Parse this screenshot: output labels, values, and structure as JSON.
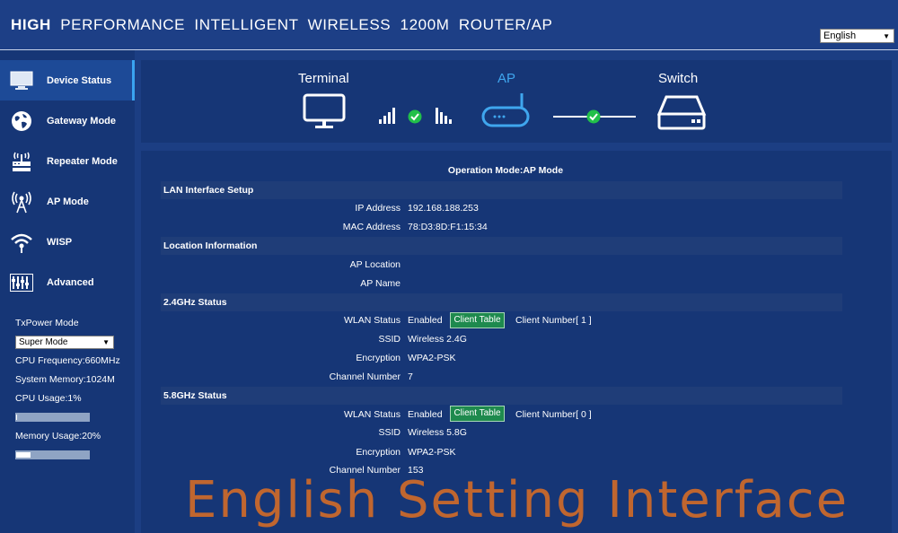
{
  "header": {
    "title_bold": "HIGH",
    "title_rest": "PERFORMANCE INTELLIGENT WIRELESS 1200M ROUTER/AP",
    "language_selected": "English"
  },
  "sidebar": {
    "items": [
      {
        "label": "Device Status",
        "icon": "monitor-icon",
        "active": true
      },
      {
        "label": "Gateway Mode",
        "icon": "globe-icon",
        "active": false
      },
      {
        "label": "Repeater Mode",
        "icon": "repeater-icon",
        "active": false
      },
      {
        "label": "AP Mode",
        "icon": "antenna-icon",
        "active": false
      },
      {
        "label": "WISP",
        "icon": "wifi-icon",
        "active": false
      },
      {
        "label": "Advanced",
        "icon": "equalizer-icon",
        "active": false
      }
    ],
    "txpower_label": "TxPower Mode",
    "txpower_selected": "Super Mode",
    "cpu_frequency": "CPU Frequency:660MHz",
    "system_memory": "System Memory:1024M",
    "cpu_usage": "CPU Usage:1%",
    "cpu_usage_percent": 1,
    "memory_usage": "Memory Usage:20%",
    "memory_usage_percent": 20
  },
  "topology": {
    "terminal_label": "Terminal",
    "ap_label": "AP",
    "switch_label": "Switch",
    "status_color": "#22c04a",
    "accent_color": "#3fa6ee"
  },
  "main": {
    "operation_mode": "Operation Mode:AP Mode",
    "lan": {
      "title": "LAN Interface Setup",
      "ip_label": "IP Address",
      "ip_value": "192.168.188.253",
      "mac_label": "MAC Address",
      "mac_value": "78:D3:8D:F1:15:34"
    },
    "location": {
      "title": "Location Information",
      "ap_location_label": "AP Location",
      "ap_name_label": "AP Name"
    },
    "wlan24": {
      "title": "2.4GHz Status",
      "status_label": "WLAN Status",
      "status_value": "Enabled",
      "client_button": "Client Table",
      "client_number": "Client Number[ 1 ]",
      "ssid_label": "SSID",
      "ssid_value": "Wireless 2.4G",
      "encryption_label": "Encryption",
      "encryption_value": "WPA2-PSK",
      "channel_label": "Channel Number",
      "channel_value": "7"
    },
    "wlan58": {
      "title": "5.8GHz Status",
      "status_label": "WLAN Status",
      "status_value": "Enabled",
      "client_button": "Client Table",
      "client_number": "Client Number[ 0 ]",
      "ssid_label": "SSID",
      "ssid_value": "Wireless 5.8G",
      "encryption_label": "Encryption",
      "encryption_value": "WPA2-PSK",
      "channel_label": "Channel Number",
      "channel_value": "153"
    }
  },
  "watermark": "English Setting Interface"
}
